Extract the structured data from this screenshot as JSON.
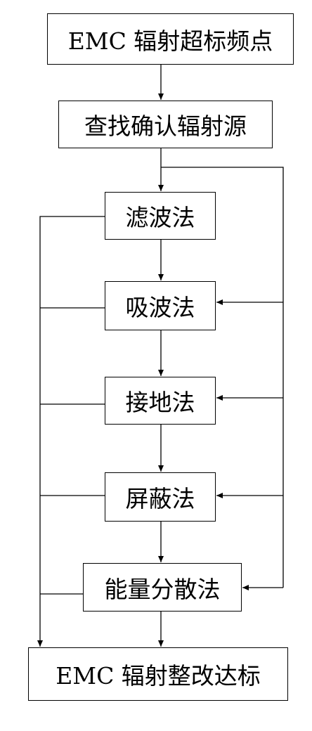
{
  "diagram": {
    "nodes": {
      "top": "EMC 辐射超标频点",
      "find": "查找确认辐射源",
      "filter": "滤波法",
      "absorb": "吸波法",
      "ground": "接地法",
      "shield": "屏蔽法",
      "spread": "能量分散法",
      "end": "EMC 辐射整改达标"
    },
    "edges": [
      {
        "from": "top",
        "to": "find"
      },
      {
        "from": "find",
        "to": "filter"
      },
      {
        "from": "filter",
        "to": "absorb"
      },
      {
        "from": "absorb",
        "to": "ground"
      },
      {
        "from": "ground",
        "to": "shield"
      },
      {
        "from": "shield",
        "to": "spread"
      },
      {
        "from": "spread",
        "to": "end"
      },
      {
        "from": "find",
        "to": "absorb"
      },
      {
        "from": "find",
        "to": "ground"
      },
      {
        "from": "find",
        "to": "shield"
      },
      {
        "from": "find",
        "to": "spread"
      },
      {
        "from": "filter",
        "to": "end"
      },
      {
        "from": "absorb",
        "to": "end"
      },
      {
        "from": "ground",
        "to": "end"
      },
      {
        "from": "shield",
        "to": "end"
      },
      {
        "from": "spread",
        "to": "end"
      }
    ],
    "line_color": "#000000"
  }
}
